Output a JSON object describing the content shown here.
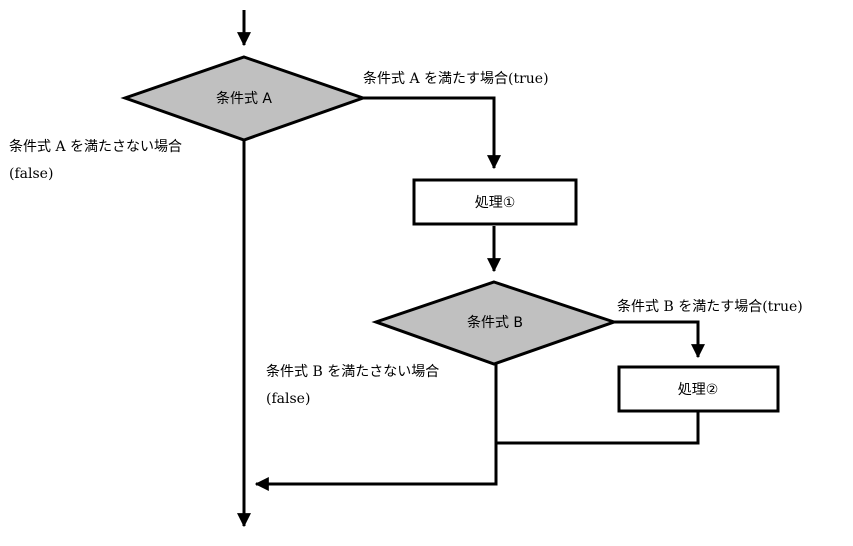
{
  "nodes": {
    "cond_a": "条件式 A",
    "proc_1": "処理①",
    "cond_b": "条件式 B",
    "proc_2": "処理②"
  },
  "labels": {
    "a_true": "条件式 A を満たす場合(true)",
    "a_false_line1": "条件式 A を満たさない場合",
    "a_false_line2": "(false)",
    "b_true": "条件式 B を満たす場合(true)",
    "b_false_line1": "条件式 B を満たさない場合",
    "b_false_line2": "(false)"
  },
  "colors": {
    "decision_fill": "#c0c0c0",
    "stroke": "#000000",
    "background": "#ffffff"
  }
}
